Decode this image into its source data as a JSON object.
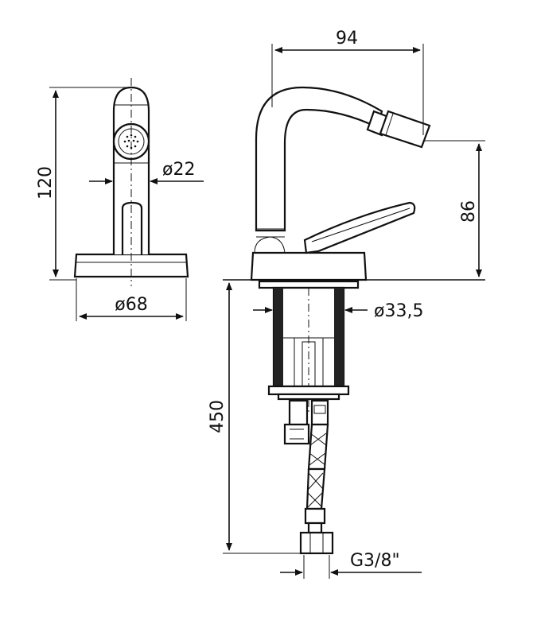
{
  "dimensions": {
    "width_top": "94",
    "height_side": "120",
    "spout_diameter": "ø22",
    "base_diameter": "ø68",
    "height_spout": "86",
    "shank_diameter": "ø33,5",
    "hose_length": "450",
    "thread": "G3/8\""
  }
}
